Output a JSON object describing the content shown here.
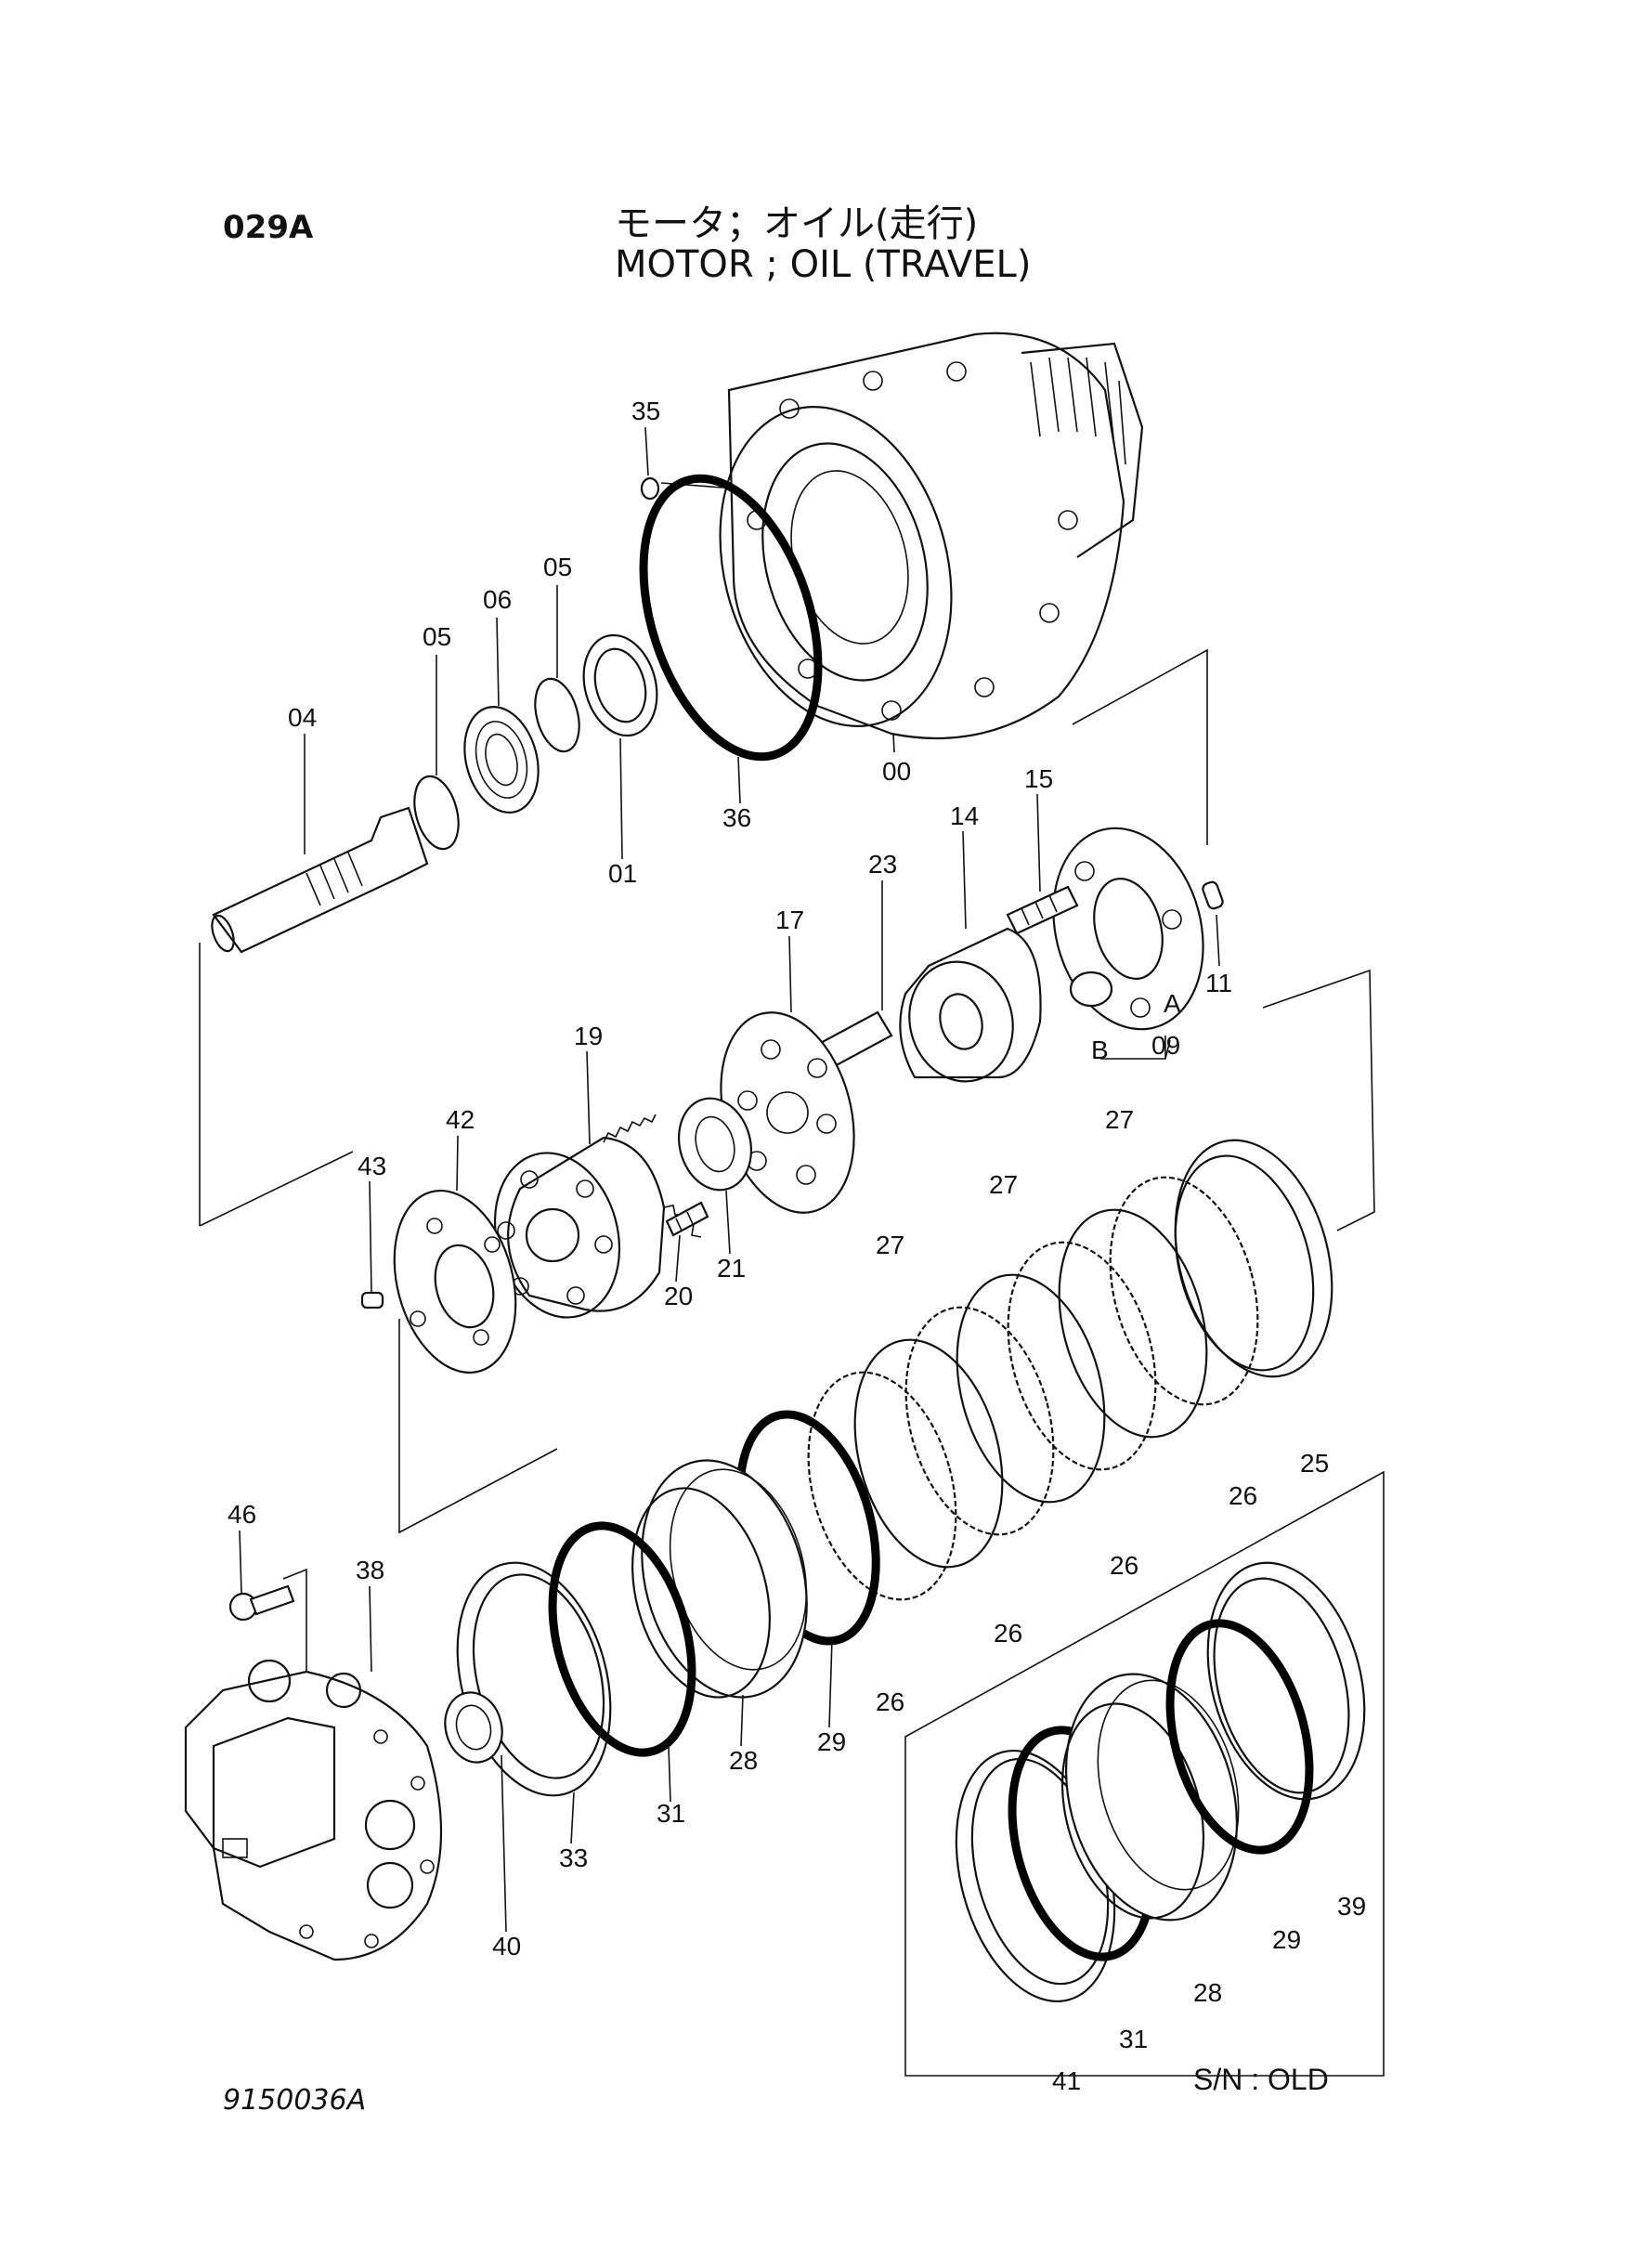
{
  "header": {
    "page_code": "029A",
    "title_jp": "モータ；オイル(走行)",
    "title_en": "MOTOR ; OIL (TRAVEL)"
  },
  "footer": {
    "drawing_number": "9150036A"
  },
  "inset": {
    "label": "S/N : OLD"
  },
  "callouts": {
    "c00": "00",
    "c01": "01",
    "c04": "04",
    "c05a": "05",
    "c05b": "05",
    "c06": "06",
    "c09": "09",
    "c11": "11",
    "c14": "14",
    "c15": "15",
    "c17": "17",
    "c19": "19",
    "c20": "20",
    "c21": "21",
    "c23": "23",
    "c25": "25",
    "c26a": "26",
    "c26b": "26",
    "c26c": "26",
    "c26d": "26",
    "c27a": "27",
    "c27b": "27",
    "c27c": "27",
    "c28": "28",
    "c29": "29",
    "c31": "31",
    "c33": "33",
    "c35": "35",
    "c36": "36",
    "c38": "38",
    "c40": "40",
    "c42": "42",
    "c43": "43",
    "c46": "46",
    "i28": "28",
    "i29": "29",
    "i31": "31",
    "i39": "39",
    "i41": "41",
    "subA": "A",
    "subB": "B"
  }
}
